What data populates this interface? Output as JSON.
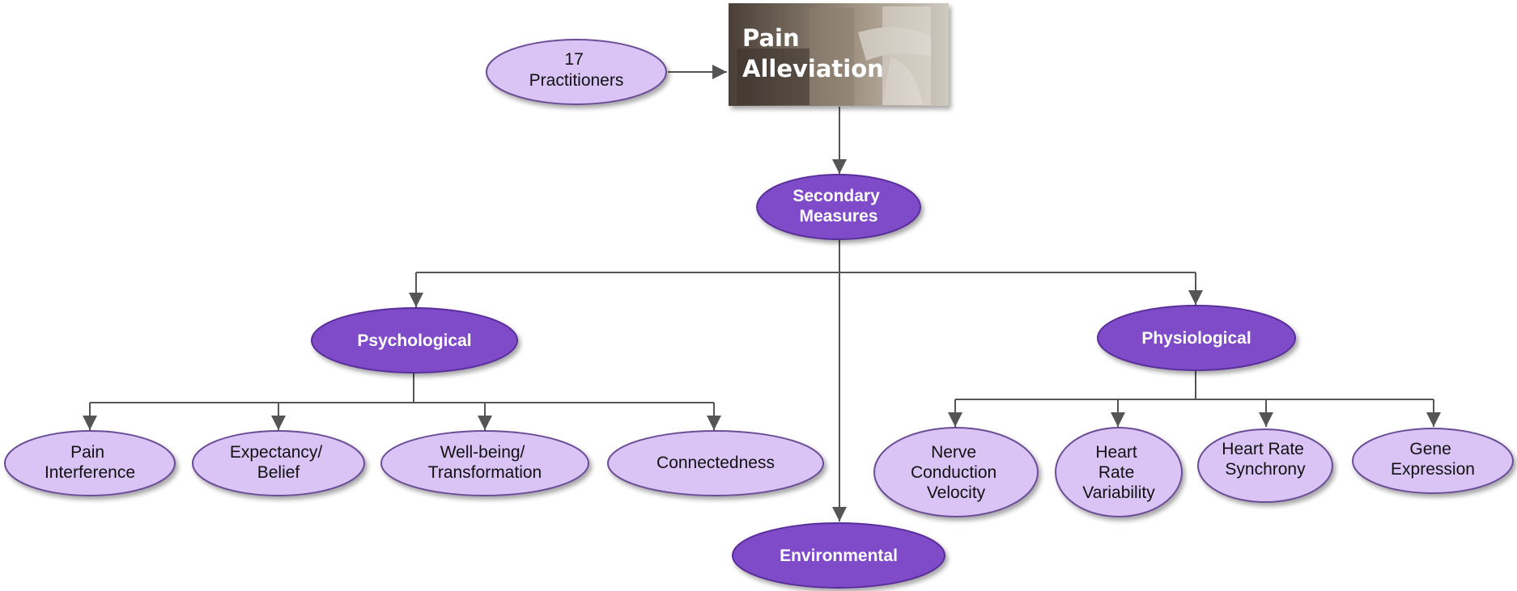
{
  "diagram": {
    "colors": {
      "light_fill": "#d9c4f5",
      "light_stroke": "#6b4e96",
      "dark_fill": "#7f4cc9",
      "dark_stroke": "#5a2f9a",
      "edge": "#555555"
    },
    "nodes": {
      "practitioners": {
        "line1": "17",
        "line2": "Practitioners"
      },
      "pain_alleviation": {
        "line1": "Pain",
        "line2": "Alleviation"
      },
      "secondary_measures": {
        "line1": "Secondary",
        "line2": "Measures"
      },
      "psychological": {
        "label": "Psychological"
      },
      "physiological": {
        "label": "Physiological"
      },
      "environmental": {
        "label": "Environmental"
      },
      "pain_interference": {
        "line1": "Pain",
        "line2": "Interference"
      },
      "expectancy_belief": {
        "line1": "Expectancy/",
        "line2": "Belief"
      },
      "wellbeing": {
        "line1": "Well-being/",
        "line2": "Transformation"
      },
      "connectedness": {
        "label": "Connectedness"
      },
      "nerve_conduction": {
        "line1": "Nerve",
        "line2": "Conduction",
        "line3": "Velocity"
      },
      "hrv": {
        "line1": "Heart",
        "line2": "Rate",
        "line3": "Variability"
      },
      "hr_synchrony": {
        "line1": "Heart Rate",
        "line2": "Synchrony"
      },
      "gene_expression": {
        "line1": "Gene",
        "line2": "Expression"
      }
    }
  }
}
